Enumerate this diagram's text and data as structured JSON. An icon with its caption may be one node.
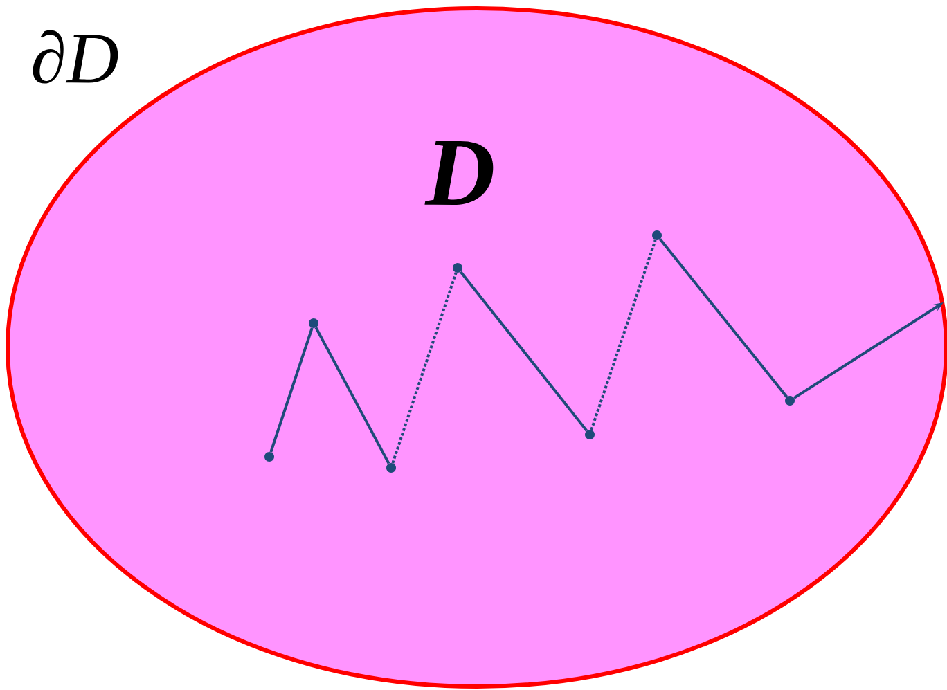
{
  "diagram": {
    "nodes": [
      {
        "text": [
          "D"
        ],
        "beside": [
          "∂D"
        ]
      },
      {
        "text": [],
        "shape": "circle",
        "in": 0
      },
      {
        "text": [],
        "shape": "circle",
        "in": 0
      },
      {
        "text": [],
        "shape": "circle",
        "in": 0
      },
      {
        "text": [],
        "shape": "circle",
        "in": 0
      },
      {
        "text": [],
        "shape": "circle",
        "in": 0
      },
      {
        "text": [],
        "shape": "circle",
        "in": 0
      },
      {
        "text": [],
        "shape": "circle",
        "in": 0
      }
    ],
    "edges": [
      {
        "from": 1,
        "to": 2,
        "arrow": "none"
      },
      {
        "from": 2,
        "to": 3,
        "arrow": "none"
      },
      {
        "from": 3,
        "to": 4,
        "arrow": "none",
        "style": "dashed"
      },
      {
        "from": 4,
        "to": 5,
        "arrow": "none"
      },
      {
        "from": 5,
        "to": 6,
        "arrow": "none",
        "style": "dashed"
      },
      {
        "from": 6,
        "to": 7,
        "arrow": "none"
      },
      {
        "from": 7,
        "to": null,
        "arrow": "to"
      }
    ]
  }
}
